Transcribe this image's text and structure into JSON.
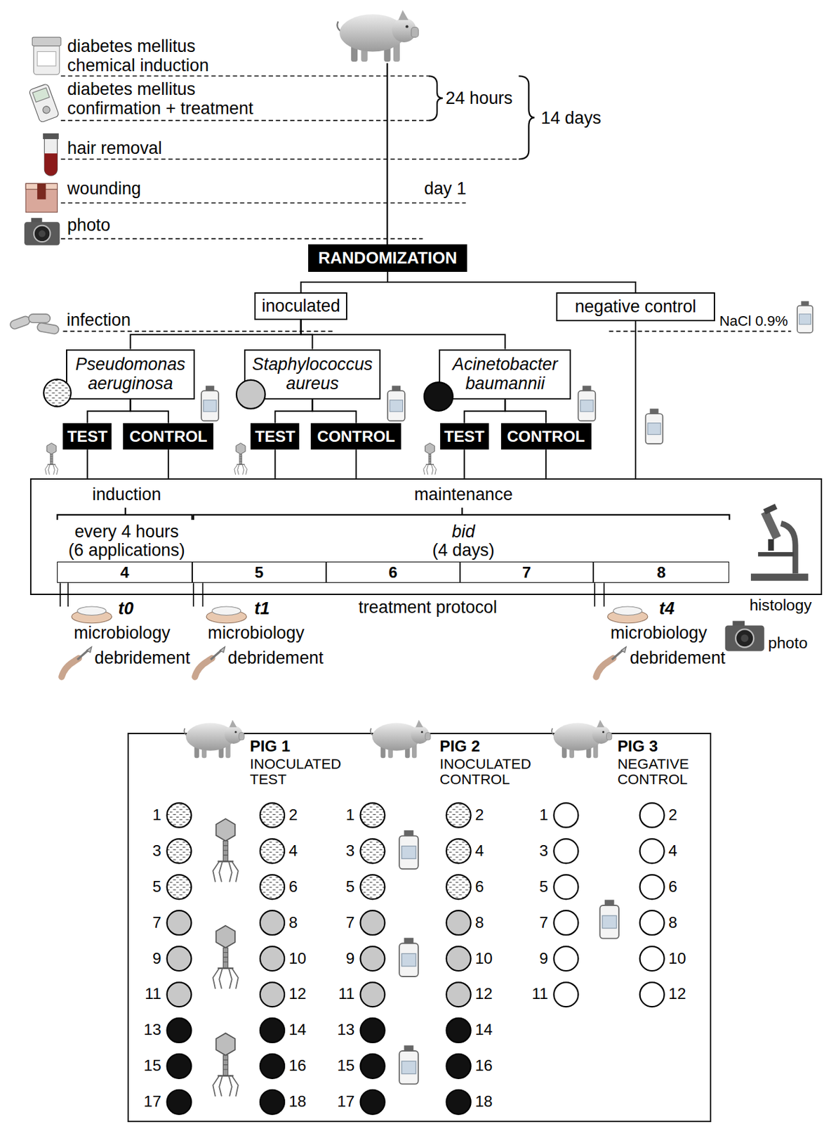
{
  "diagram": {
    "nodes": [
      {
        "text": [
          "RANDOMIZATION"
        ]
      },
      {
        "text": [
          "inoculated"
        ]
      },
      {
        "text": [
          "negative control"
        ]
      },
      {
        "text": [
          "Pseudomonas aeruginosa"
        ]
      },
      {
        "text": [
          "Staphylococcus aureus"
        ]
      },
      {
        "text": [
          "Acinetobacter baumannii"
        ]
      },
      {
        "text": [
          "TEST"
        ]
      },
      {
        "text": [
          "CONTROL"
        ]
      },
      {
        "text": [
          "TEST"
        ]
      },
      {
        "text": [
          "CONTROL"
        ]
      },
      {
        "text": [
          "TEST"
        ]
      },
      {
        "text": [
          "CONTROL"
        ]
      },
      {
        "text": [
          "induction",
          "maintenance",
          "every 4 hours (6 applications)",
          "bid",
          "(4 days)"
        ]
      },
      {
        "text": [
          "4"
        ],
        "in": 12
      },
      {
        "text": [
          "5"
        ],
        "in": 12
      },
      {
        "text": [
          "6"
        ],
        "in": 12
      },
      {
        "text": [
          "7"
        ],
        "in": 12
      },
      {
        "text": [
          "8"
        ],
        "in": 12
      },
      {
        "text": [
          "PIG 1",
          "INOCULATED TEST",
          "PIG 2",
          "INOCULATED CONTROL",
          "PIG 3",
          "NEGATIVE CONTROL"
        ]
      }
    ],
    "edges": [
      {
        "from": 0,
        "to": 1,
        "arrow": "none"
      },
      {
        "from": 0,
        "to": 2,
        "arrow": "none"
      },
      {
        "from": 1,
        "to": 3,
        "arrow": "none"
      },
      {
        "from": 1,
        "to": 4,
        "arrow": "none"
      },
      {
        "from": 1,
        "to": 5,
        "arrow": "none"
      },
      {
        "from": 3,
        "to": 6,
        "arrow": "none"
      },
      {
        "from": 3,
        "to": 7,
        "arrow": "none"
      },
      {
        "from": 4,
        "to": 8,
        "arrow": "none"
      },
      {
        "from": 4,
        "to": 9,
        "arrow": "none"
      },
      {
        "from": 5,
        "to": 10,
        "arrow": "none"
      },
      {
        "from": 5,
        "to": 11,
        "arrow": "none"
      },
      {
        "from": 6,
        "to": 12,
        "arrow": "none"
      },
      {
        "from": 7,
        "to": 12,
        "arrow": "none"
      },
      {
        "from": 8,
        "to": 12,
        "arrow": "none"
      },
      {
        "from": 9,
        "to": 12,
        "arrow": "none"
      },
      {
        "from": 10,
        "to": 12,
        "arrow": "none"
      },
      {
        "from": 11,
        "to": 12,
        "arrow": "none"
      },
      {
        "from": 2,
        "to": 12,
        "arrow": "none"
      }
    ],
    "labels": [
      "diabetes mellitus chemical induction",
      "diabetes mellitus confirmation + treatment",
      "hair removal",
      "wounding",
      "day 1",
      "photo",
      "24 hours",
      "14 days",
      "infection",
      "NaCl 0.9%",
      "t0",
      "microbiology",
      "debridement",
      "t1",
      "microbiology",
      "debridement",
      "treatment protocol",
      "t4",
      "microbiology",
      "debridement",
      "histology",
      "photo",
      "1",
      "2",
      "3",
      "4",
      "5",
      "6",
      "7",
      "8",
      "9",
      "10",
      "11",
      "12",
      "13",
      "14",
      "15",
      "16",
      "17",
      "18",
      "1",
      "2",
      "3",
      "4",
      "5",
      "6",
      "7",
      "8",
      "9",
      "10",
      "11",
      "12",
      "13",
      "14",
      "15",
      "16",
      "17",
      "18",
      "1",
      "2",
      "3",
      "4",
      "5",
      "6",
      "7",
      "8",
      "9",
      "10",
      "11",
      "12"
    ]
  }
}
